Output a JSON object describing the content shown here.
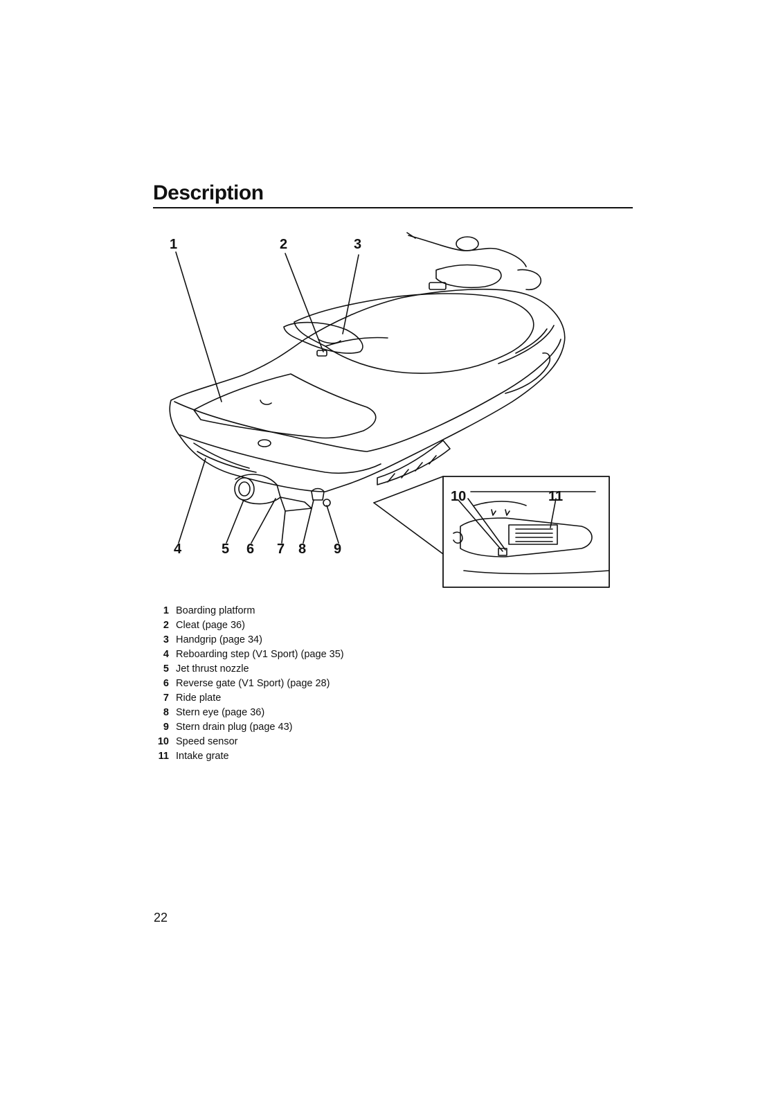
{
  "header": {
    "title": "Description"
  },
  "figure": {
    "callouts": [
      "1",
      "2",
      "3",
      "4",
      "5",
      "6",
      "7",
      "8",
      "9"
    ],
    "inset_callouts": [
      "10",
      "11"
    ]
  },
  "legend": [
    {
      "num": "1",
      "text": "Boarding platform"
    },
    {
      "num": "2",
      "text": "Cleat (page 36)"
    },
    {
      "num": "3",
      "text": "Handgrip (page 34)"
    },
    {
      "num": "4",
      "text": "Reboarding step (V1 Sport) (page 35)"
    },
    {
      "num": "5",
      "text": "Jet thrust nozzle"
    },
    {
      "num": "6",
      "text": "Reverse gate (V1 Sport) (page 28)"
    },
    {
      "num": "7",
      "text": "Ride plate"
    },
    {
      "num": "8",
      "text": "Stern eye (page 36)"
    },
    {
      "num": "9",
      "text": "Stern drain plug (page 43)"
    },
    {
      "num": "10",
      "text": "Speed sensor"
    },
    {
      "num": "11",
      "text": "Intake grate"
    }
  ],
  "footer": {
    "page_number": "22"
  }
}
